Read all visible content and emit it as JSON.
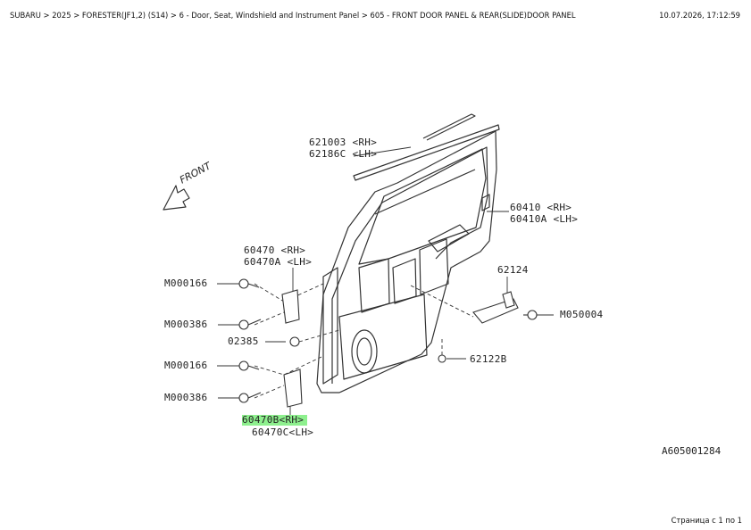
{
  "header": {
    "breadcrumb": "SUBARU > 2025 > FORESTER(JF1,2) (S14) > 6 - Door, Seat, Windshield and Instrument Panel > 605 - FRONT DOOR PANEL & REAR(SLIDE)DOOR PANEL",
    "timestamp": "10.07.2026, 17:12:59"
  },
  "diagram": {
    "front_label": "FRONT",
    "figure_id": "A605001284",
    "labels": [
      {
        "id": "621003",
        "text": "621003 <RH>"
      },
      {
        "id": "62186c",
        "text": "62186C <LH>"
      },
      {
        "id": "60410-rh",
        "text": "60410  <RH>"
      },
      {
        "id": "60410a",
        "text": "60410A <LH>"
      },
      {
        "id": "60470-rh",
        "text": "60470  <RH>"
      },
      {
        "id": "60470a",
        "text": "60470A <LH>"
      },
      {
        "id": "62124",
        "text": "62124"
      },
      {
        "id": "m050004",
        "text": "M050004"
      },
      {
        "id": "m000166-a",
        "text": "M000166"
      },
      {
        "id": "m000386-a",
        "text": "M000386"
      },
      {
        "id": "02385",
        "text": "02385"
      },
      {
        "id": "62122b",
        "text": "62122B"
      },
      {
        "id": "m000166-b",
        "text": "M000166"
      },
      {
        "id": "m000386-b",
        "text": "M000386"
      },
      {
        "id": "60470b",
        "text": "60470B<RH>"
      },
      {
        "id": "60470c",
        "text": "60470C<LH>"
      }
    ]
  },
  "footer": {
    "pager": "Страница с 1 по 1"
  }
}
